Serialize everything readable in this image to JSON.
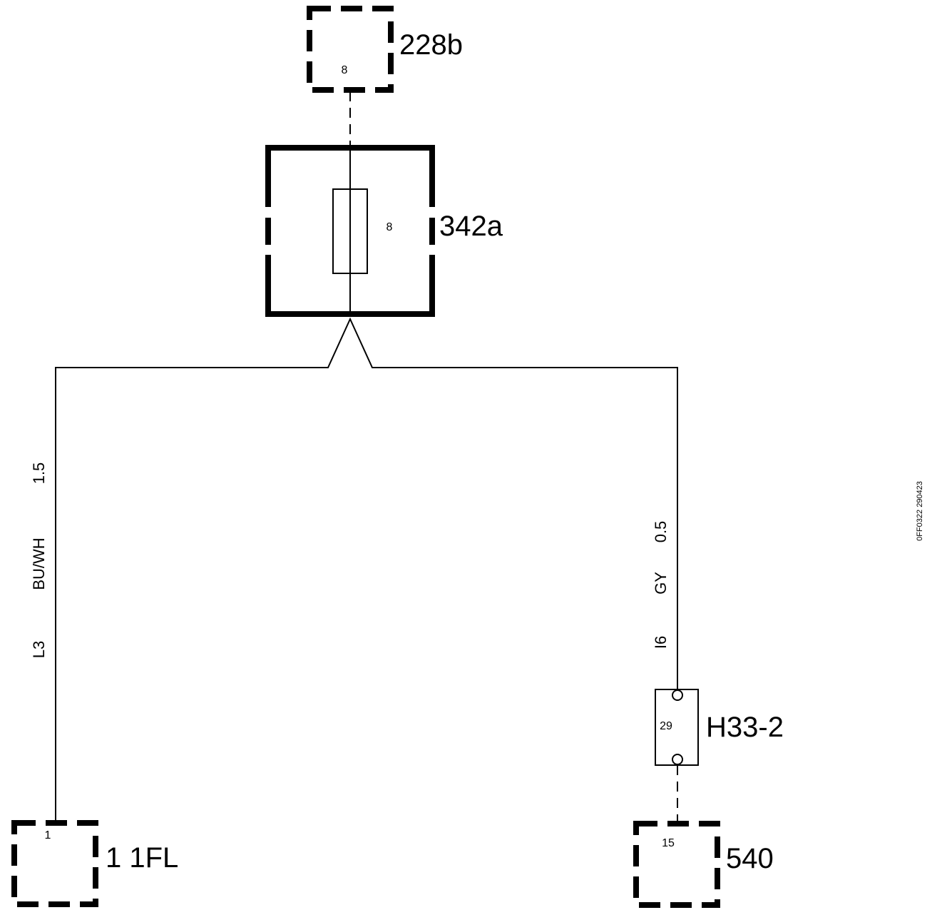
{
  "components": {
    "connector_top": {
      "label": "228b",
      "pin": "8"
    },
    "fuse": {
      "label": "342a",
      "value": "8"
    },
    "connector_left": {
      "label": "1 1FL",
      "pin": "1"
    },
    "splice": {
      "label": "H33-2",
      "pin": "29"
    },
    "connector_right": {
      "label": "540",
      "pin": "15"
    }
  },
  "wires": {
    "left": {
      "circuit": "L3",
      "color": "BU/WH",
      "size": "1.5"
    },
    "right": {
      "circuit": "I6",
      "color": "GY",
      "size": "0.5"
    }
  },
  "figure_id": "0FF0322 290423"
}
